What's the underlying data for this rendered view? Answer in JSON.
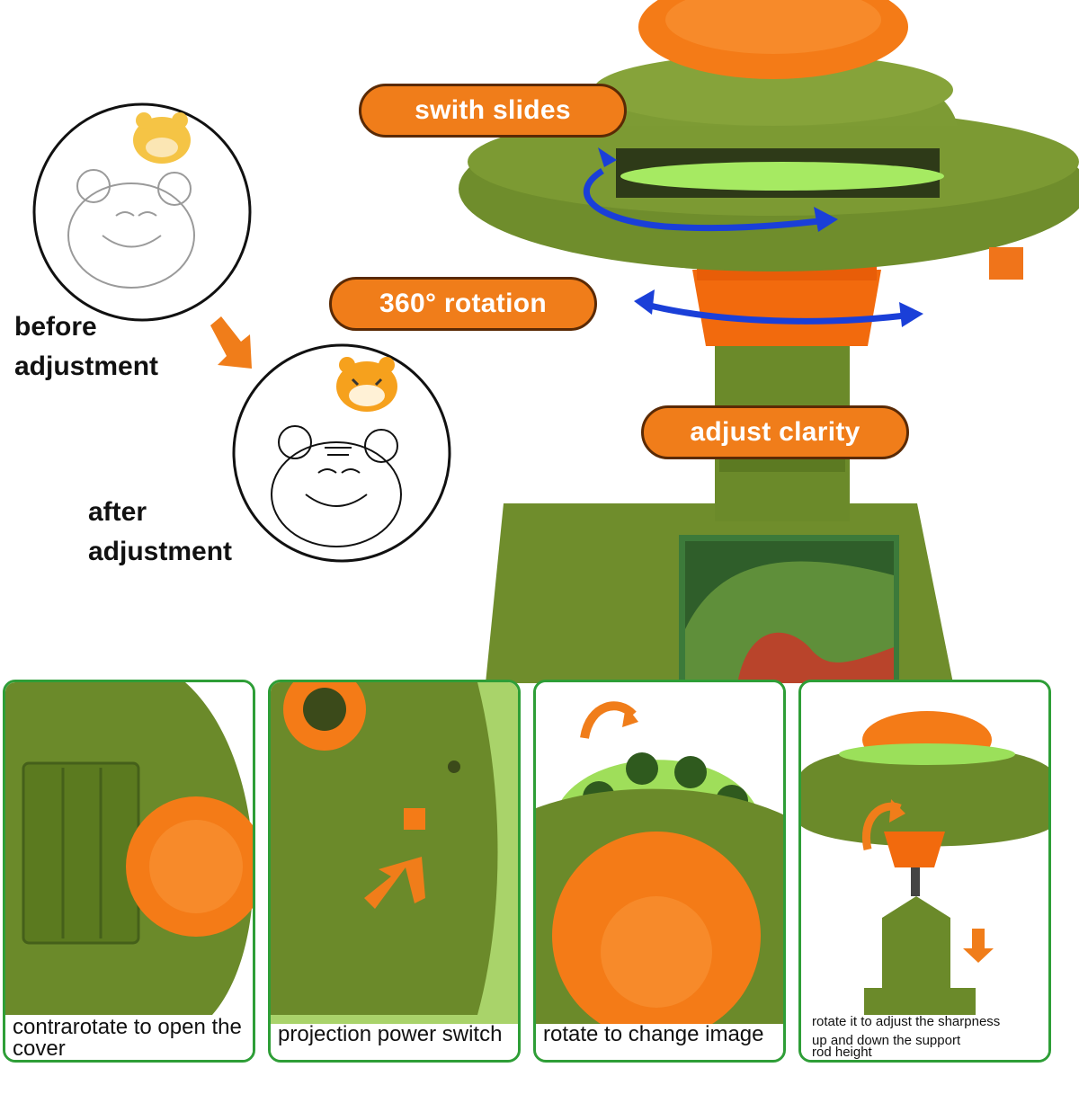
{
  "callouts": {
    "switch_slides": "swith slides",
    "rotation": "360° rotation",
    "clarity": "adjust clarity"
  },
  "comparison": {
    "before": "before\nadjustment",
    "after": "after\nadjustment"
  },
  "panels": [
    {
      "caption": "contrarotate to open the cover"
    },
    {
      "caption": "projection power switch"
    },
    {
      "caption": "rotate to change image"
    },
    {
      "caption_lines": [
        "rotate it to adjust the sharpness",
        "up and down the support",
        "rod height"
      ]
    }
  ],
  "colors": {
    "accent_orange": "#f07d1a",
    "body_green": "#6b8a2a",
    "slide_green": "#9be05a",
    "arrow_blue": "#1a3fd8",
    "panel_border": "#2e9e37"
  }
}
